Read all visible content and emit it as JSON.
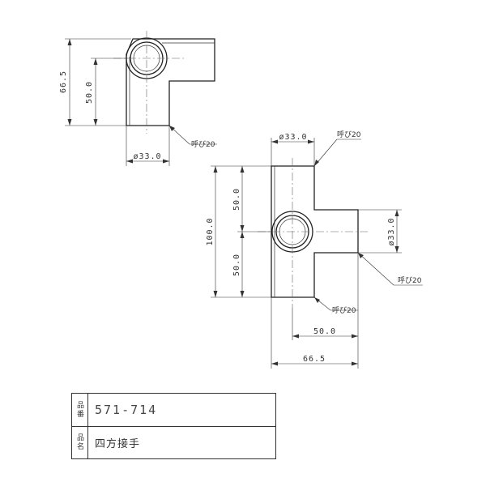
{
  "top_view": {
    "dim_height": "66.5",
    "dim_inner": "50.0",
    "dim_diameter": "ø33.0",
    "callout": "呼び20"
  },
  "front_view": {
    "dim_diameter_top": "ø33.0",
    "callout_top": "呼び20",
    "dim_total_height": "100.0",
    "dim_upper": "50.0",
    "dim_lower": "50.0",
    "dim_diameter_right": "ø33.0",
    "callout_right": "呼び20",
    "callout_bottom": "呼び20",
    "dim_width_inner": "50.0",
    "dim_width_total": "66.5"
  },
  "title_block": {
    "part_number_label": "品番",
    "part_number": "571-714",
    "part_name_label": "品名",
    "part_name": "四方接手"
  }
}
